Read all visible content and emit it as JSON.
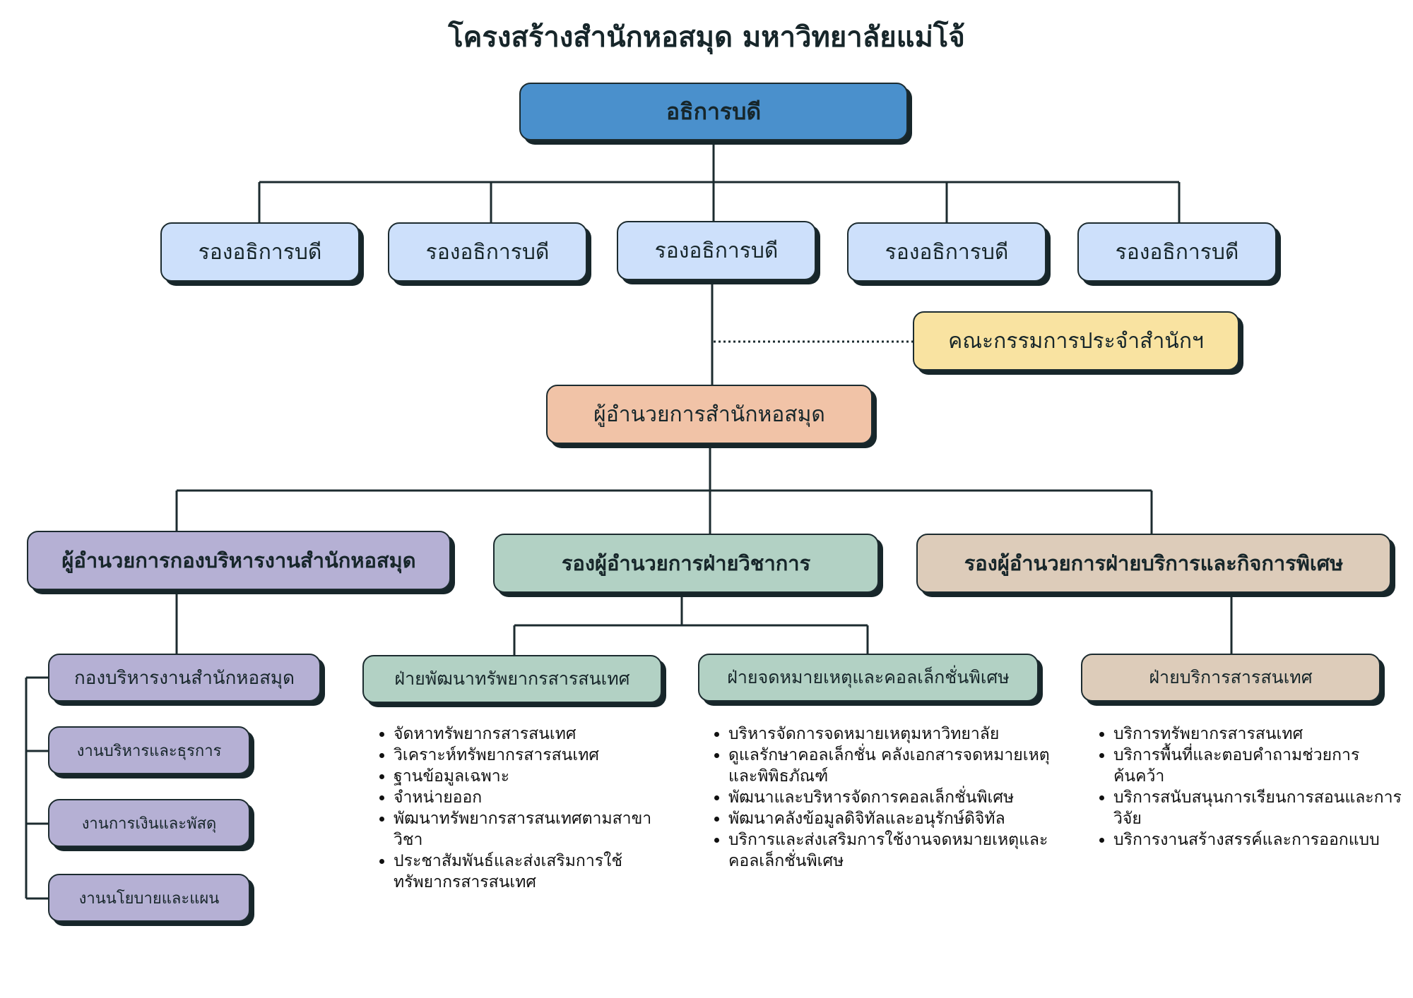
{
  "title": "โครงสร้างสำนักหอสมุด มหาวิทยาลัยแม่โจ้",
  "president": "อธิการบดี",
  "vice_presidents": [
    "รองอธิการบดี",
    "รองอธิการบดี",
    "รองอธิการบดี",
    "รองอธิการบดี",
    "รองอธิการบดี"
  ],
  "committee": "คณะกรรมการประจำสำนักฯ",
  "director": "ผู้อำนวยการสำนักหอสมุด",
  "divisions": {
    "admin_director": "ผู้อำนวยการกองบริหารงานสำนักหอสมุด",
    "academic_deputy": "รองผู้อำนวยการฝ่ายวิชาการ",
    "service_deputy": "รองผู้อำนวยการฝ่ายบริการและกิจการพิเศษ"
  },
  "admin_office": {
    "name": "กองบริหารงานสำนักหอสมุด",
    "units": [
      "งานบริหารและธุรการ",
      "งานการเงินและพัสดุ",
      "งานนโยบายและแผน"
    ]
  },
  "resource_dev": {
    "name": "ฝ่ายพัฒนาทรัพยากรสารสนเทศ",
    "items": [
      "จัดหาทรัพยากรสารสนเทศ",
      "วิเคราะห์ทรัพยากรสารสนเทศ",
      "ฐานข้อมูลเฉพาะ",
      "จำหน่ายออก",
      "พัฒนาทรัพยากรสารสนเทศตามสาขาวิชา",
      "ประชาสัมพันธ์และส่งเสริมการใช้ทรัพยากรสารสนเทศ"
    ]
  },
  "archives": {
    "name": "ฝ่ายจดหมายเหตุและคอลเล็กชั่นพิเศษ",
    "items": [
      "บริหารจัดการจดหมายเหตุมหาวิทยาลัย",
      "ดูแลรักษาคอลเล็กชั่น คลังเอกสารจดหมายเหตุ และพิพิธภัณฑ์",
      "พัฒนาและบริหารจัดการคอลเล็กชั่นพิเศษ",
      "พัฒนาคลังข้อมูลดิจิทัลและอนุรักษ์ดิจิทัล",
      "บริการและส่งเสริมการใช้งานจดหมายเหตุและคอลเล็กชั่นพิเศษ"
    ]
  },
  "info_service": {
    "name": "ฝ่ายบริการสารสนเทศ",
    "items": [
      "บริการทรัพยากรสารสนเทศ",
      "บริการพื้นที่และตอบคำถามช่วยการค้นคว้า",
      "บริการสนับสนุนการเรียนการสอนและการวิจัย",
      "บริการงานสร้างสรรค์และการออกแบบ"
    ]
  }
}
